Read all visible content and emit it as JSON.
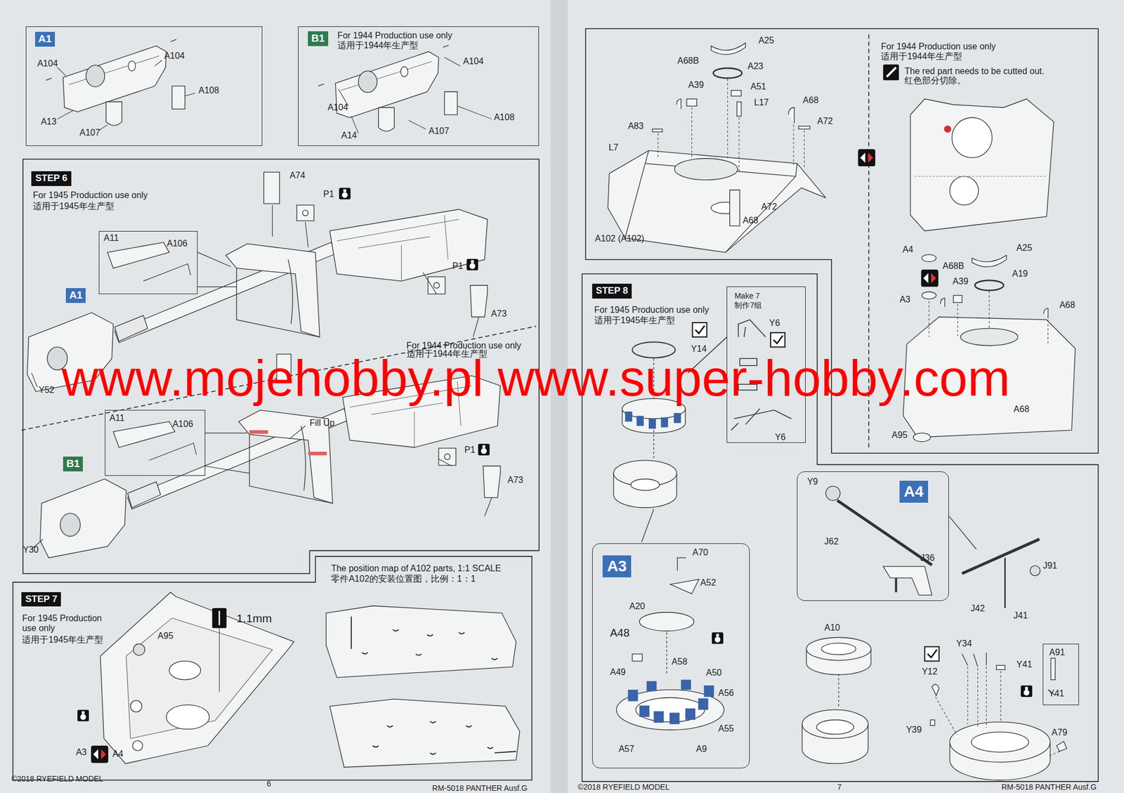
{
  "diagram": {
    "nodes": [
      {
        "text": [
          "A1"
        ]
      },
      {
        "text": [
          "B1",
          "For 1944 Production use only",
          "适用于1944年生产型"
        ]
      },
      {
        "text": [
          "STEP 6",
          "For 1945 Production use only",
          "适用于1945年生产型"
        ]
      },
      {
        "text": [
          "A11",
          "A106"
        ],
        "in": 2
      },
      {
        "text": [
          "A1"
        ],
        "in": 2
      },
      {
        "text": [
          "A11",
          "A106"
        ],
        "in": 2
      },
      {
        "text": [
          "B1"
        ],
        "in": 2
      },
      {
        "text": [
          "STEP 7",
          "For 1945 Production use only",
          "适用于1945年生产型"
        ]
      },
      {
        "text": [
          "The position map of A102 parts, 1:1 SCALE",
          "零件A102的安装位置图，比例：1：1"
        ]
      },
      {
        "text": [
          "For 1944 Production use only",
          "适用于1944年生产型",
          "The red part needs to be cutted out.",
          "红色部分切除。"
        ]
      },
      {
        "text": [
          "STEP 8",
          "For 1945 Production use only",
          "适用于1945年生产型"
        ]
      },
      {
        "text": [
          "Make 7",
          "制作7组"
        ],
        "in": 10
      },
      {
        "text": [
          "A3"
        ],
        "in": 10
      },
      {
        "text": [
          "A4"
        ],
        "in": 10
      },
      {
        "text": [
          "A91",
          "Y41"
        ],
        "in": 10
      }
    ],
    "labels": [
      "A104",
      "A104",
      "A108",
      "A13",
      "A107",
      "A104",
      "A104",
      "A108",
      "A14",
      "A107",
      "A74",
      "P1",
      "P1",
      "A73",
      "Y52",
      "For 1944 Production use only",
      "适用于1944年生产型",
      "Fill Up",
      "P1",
      "A73",
      "Y30",
      "A95",
      "1.1mm",
      "A3",
      "A4",
      "©2018 RYEFIELD MODEL",
      "6",
      "RM-5018 PANTHER Ausf.G",
      "A25",
      "A68B",
      "A23",
      "A39",
      "A51",
      "L17",
      "A68",
      "A72",
      "A83",
      "L7",
      "A72",
      "A68",
      "A102 (A102)",
      "A4",
      "A25",
      "A68B",
      "A19",
      "A39",
      "A3",
      "A68",
      "A68",
      "A95",
      "Y14",
      "Y6",
      "Y6",
      "A70",
      "A52",
      "A20",
      "A48",
      "A58",
      "A49",
      "A50",
      "A56",
      "A55",
      "A57",
      "A9",
      "Y9",
      "J62",
      "J36",
      "J91",
      "J42",
      "J41",
      "A10",
      "Y34",
      "Y41",
      "Y12",
      "Y39",
      "A79",
      "©2018 RYEFIELD MODEL",
      "7",
      "RM-5018 PANTHER Ausf.G",
      "www.mojehobby.pl www.super-hobby.com"
    ]
  }
}
